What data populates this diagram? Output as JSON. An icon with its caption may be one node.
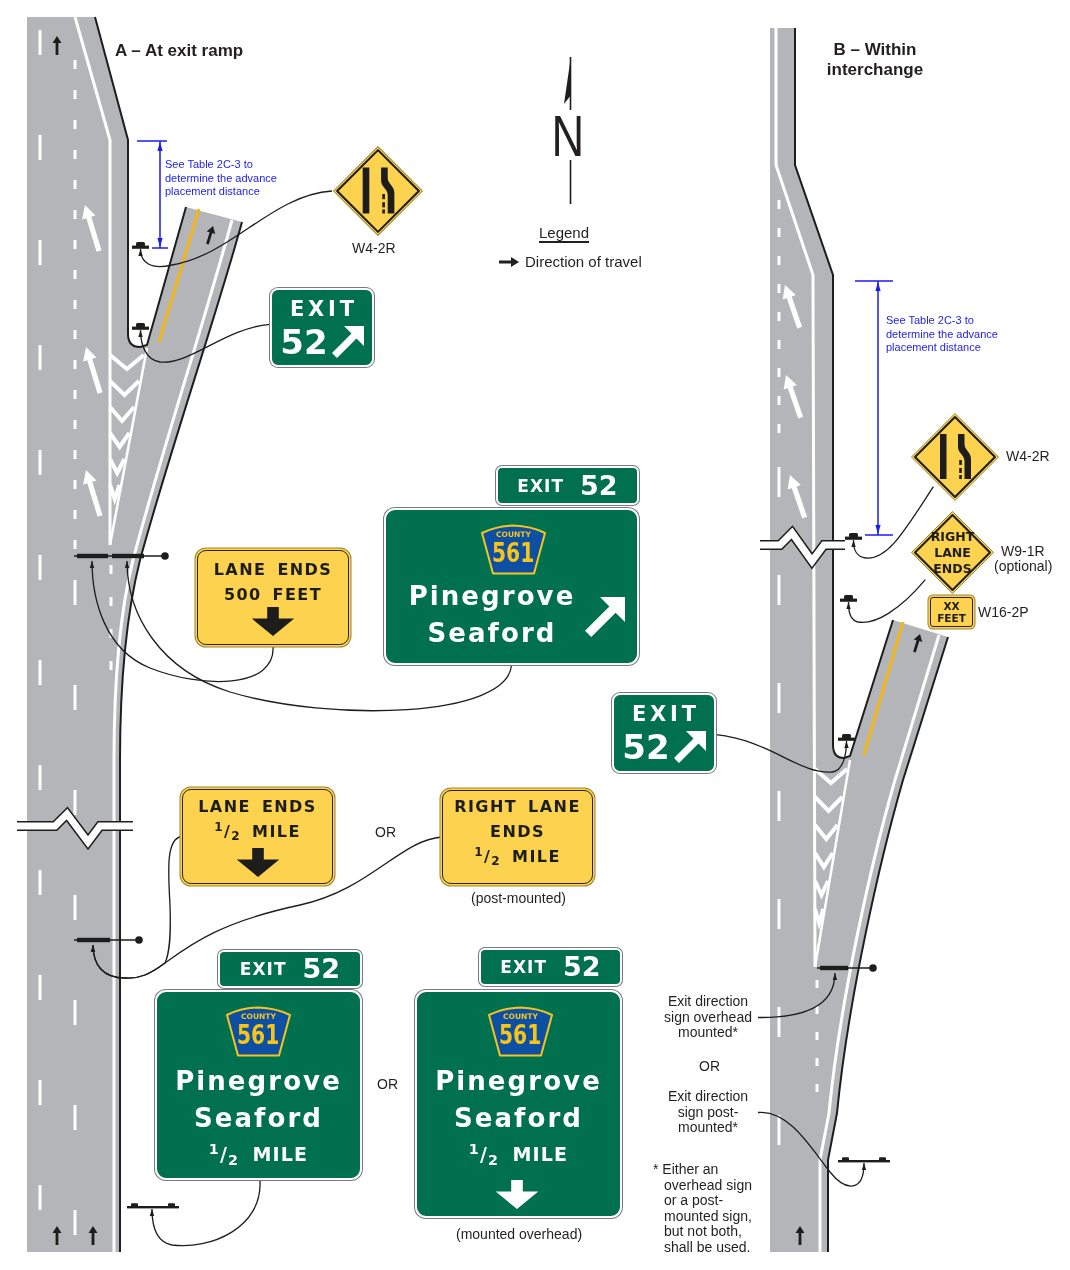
{
  "diagram": {
    "nodes": [
      {
        "text": [],
        "shape": "diamond",
        "beside": [
          "W4-2R"
        ]
      },
      {
        "text": [],
        "shape": "bar"
      },
      {
        "text": [
          "EXIT",
          "52"
        ]
      },
      {
        "text": [],
        "shape": "bar"
      },
      {
        "text": [],
        "shape": "bar"
      },
      {
        "text": [
          "LANE ENDS",
          "500 FEET"
        ]
      },
      {
        "text": [
          "EXIT",
          "52"
        ]
      },
      {
        "text": [
          "Pinegrove",
          "Seaford"
        ]
      },
      {
        "text": [
          "COUNTY",
          "561"
        ],
        "in": 7
      },
      {
        "text": [
          "LANE ENDS",
          "$^{1}$/$_{2}$ MILE"
        ]
      },
      {
        "text": [
          "RIGHT LANE",
          "ENDS",
          "$^{1}$/$_{2}$ MILE"
        ],
        "beside": [
          "(post-mounted)"
        ]
      },
      {
        "text": [],
        "shape": "bar"
      },
      {
        "text": [
          "EXIT",
          "52"
        ]
      },
      {
        "text": [
          "Pinegrove",
          "Seaford",
          "$^{1}$/$_{2}$ MILE"
        ]
      },
      {
        "text": [
          "COUNTY",
          "561"
        ],
        "in": 13
      },
      {
        "text": [],
        "shape": "bar"
      },
      {
        "text": [
          "EXIT",
          "52"
        ]
      },
      {
        "text": [
          "Pinegrove",
          "Seaford",
          "$^{1}$/$_{2}$ MILE"
        ],
        "beside": [
          "(mounted overhead)"
        ]
      },
      {
        "text": [
          "COUNTY",
          "561"
        ],
        "in": 17
      },
      {
        "text": [],
        "shape": "diamond",
        "beside": [
          "W4-2R"
        ]
      },
      {
        "text": [],
        "shape": "bar"
      },
      {
        "text": [
          "RIGHT",
          "LANE",
          "ENDS"
        ],
        "beside": [
          "W9-1R",
          "(optional)"
        ]
      },
      {
        "text": [
          "XX",
          "FEET"
        ],
        "beside": [
          "W16-2P"
        ]
      },
      {
        "text": [],
        "shape": "bar"
      },
      {
        "text": [
          "EXIT",
          "52"
        ]
      },
      {
        "text": [],
        "shape": "bar"
      },
      {
        "text": [],
        "shape": "bar"
      },
      {
        "text": [
          "Exit direction sign overhead mounted*"
        ]
      },
      {
        "text": [
          "Exit direction sign post-mounted*"
        ]
      },
      {
        "text": [],
        "shape": "bar"
      }
    ],
    "edges": [
      {
        "from": 0,
        "to": 1,
        "arrow": "to"
      },
      {
        "from": 2,
        "to": 3,
        "arrow": "to"
      },
      {
        "from": 5,
        "to": 4,
        "arrow": "to"
      },
      {
        "from": 7,
        "to": 4,
        "arrow": "to"
      },
      {
        "from": 9,
        "to": 11,
        "arrow": "to"
      },
      {
        "from": 10,
        "to": 11,
        "arrow": "to"
      },
      {
        "from": 13,
        "to": 15,
        "arrow": "to"
      },
      {
        "from": 19,
        "to": 20,
        "arrow": "to"
      },
      {
        "from": 21,
        "to": 23,
        "arrow": "to"
      },
      {
        "from": 24,
        "to": 25,
        "arrow": "to"
      },
      {
        "from": 27,
        "to": 26,
        "arrow": "to"
      },
      {
        "from": 28,
        "to": 29,
        "arrow": "to"
      }
    ],
    "labels": [
      "A – At exit ramp",
      "N",
      "B – Within interchange",
      "See Table 2C-3 to determine the advance placement distance",
      "Legend",
      "See Table 2C-3 to determine the advance placement distance",
      "OR",
      "OR",
      "OR",
      "* Either an overhead sign or a post-mounted sign, but not both, shall be used."
    ],
    "legend": [
      {
        "text": "Direction of travel"
      }
    ]
  }
}
